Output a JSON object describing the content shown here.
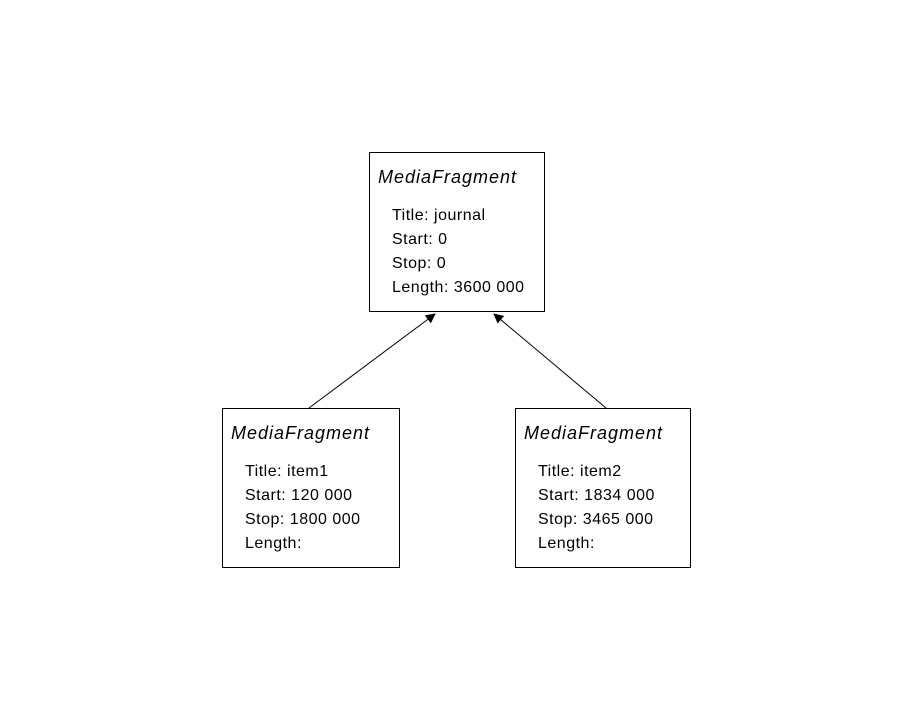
{
  "diagram": {
    "root": {
      "title": "MediaFragment",
      "attributes": [
        "Title: journal",
        "Start: 0",
        "Stop: 0",
        "Length: 3600 000"
      ]
    },
    "left": {
      "title": "MediaFragment",
      "attributes": [
        "Title: item1",
        "Start: 120 000",
        "Stop: 1800 000",
        "Length:"
      ]
    },
    "right": {
      "title": "MediaFragment",
      "attributes": [
        "Title: item2",
        "Start: 1834 000",
        "Stop: 3465 000",
        "Length:"
      ]
    }
  }
}
